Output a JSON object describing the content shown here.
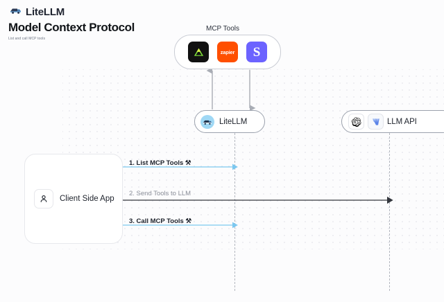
{
  "brand": {
    "name": "LiteLLM",
    "logo_icon": "truck-icon"
  },
  "header": {
    "title": "Model Context Protocol",
    "subtitle": "List and call MCP tools"
  },
  "diagram": {
    "mcp_group": {
      "label": "MCP Tools",
      "tools": [
        {
          "name": "linear-tool-icon",
          "label": "",
          "color": "#111111"
        },
        {
          "name": "zapier-tool-icon",
          "label": "zapier",
          "color": "#ff4f00"
        },
        {
          "name": "slack-tool-icon",
          "label": "S",
          "color": "#6c63ff"
        }
      ]
    },
    "nodes": {
      "litellm": {
        "label": "LiteLLM",
        "icon": "litellm-truck-icon"
      },
      "llm_api": {
        "label": "LLM API",
        "icons": [
          "openai-logo-icon",
          "anthropic-logo-icon"
        ]
      },
      "client": {
        "label": "Client Side App",
        "icon": "user-icon"
      }
    },
    "messages": [
      {
        "text": "1. List MCP Tools ⚒",
        "style": "dark"
      },
      {
        "text": "2. Send Tools to LLM",
        "style": "gray"
      },
      {
        "text": "3. Call MCP Tools ⚒",
        "style": "dark"
      }
    ],
    "colors": {
      "accent_arrow": "#7cc8f0",
      "dark_arrow": "#33363d",
      "vertical_arrow": "#a9adb5",
      "lifeline": "#b3b7bf",
      "canvas_bg": "#fcfcfd"
    }
  }
}
